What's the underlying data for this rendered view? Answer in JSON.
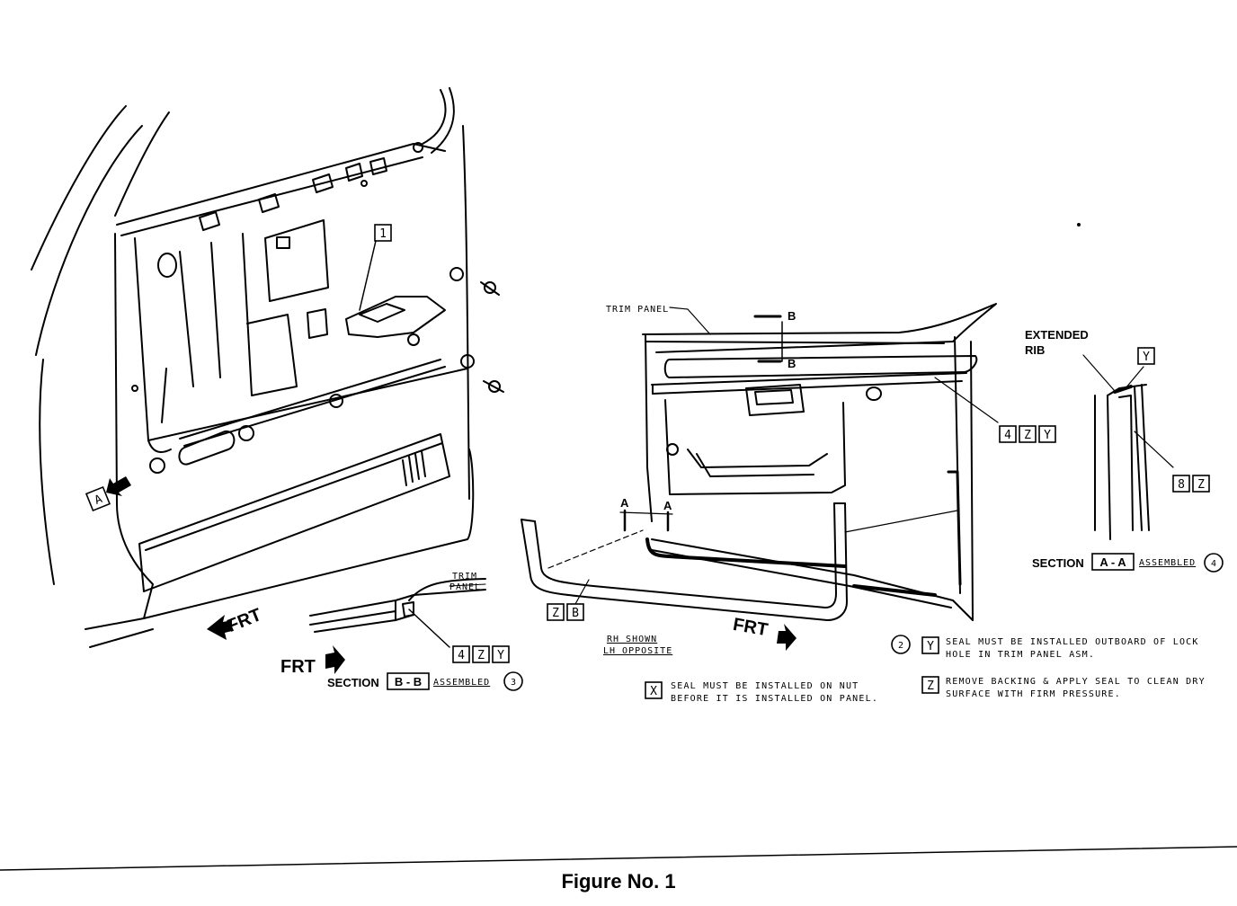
{
  "callouts": {
    "c1": "1",
    "cA": "A",
    "c4": "4",
    "cZ1": "Z",
    "cY1": "Y",
    "c4b": "4",
    "cZ2": "Z",
    "cY2": "Y",
    "c8": "8",
    "cZ3": "Z",
    "cZ4": "Z",
    "cB4": "B",
    "cY3": "Y",
    "cX": "X",
    "cZ5": "Z",
    "cB1": "B",
    "cB2": "B",
    "cAA1": "A",
    "cAA2": "A",
    "y_top": "Y"
  },
  "labels": {
    "frt_left": "FRT",
    "frt_center": "FRT",
    "frt_bottom": "FRT",
    "trim_panel": "TRIM PANEL",
    "trim_panel_small_1": "TRIM",
    "trim_panel_small_2": "PANEL",
    "section_bb": "SECTION",
    "section_bb_id": "B - B",
    "section_bb_assembled": "ASSEMBLED",
    "section_bb_num": "3",
    "section_aa": "SECTION",
    "section_aa_id": "A - A",
    "section_aa_assembled": "ASSEMBLED",
    "section_aa_num": "4",
    "extended_rib_1": "EXTENDED",
    "extended_rib_2": "RIB",
    "rh_shown": "RH SHOWN",
    "lh_opposite": "LH OPPOSITE",
    "arrow_a_left": "A",
    "arrow_a_right": "A",
    "arrow_b_top": "B",
    "arrow_b_bottom": "B"
  },
  "notes": {
    "note_num": "2",
    "note_y_line1": "SEAL MUST BE INSTALLED OUTBOARD OF LOCK",
    "note_y_line2": "HOLE IN TRIM PANEL ASM.",
    "note_z_line1": "REMOVE BACKING & APPLY SEAL TO CLEAN DRY",
    "note_z_line2": "SURFACE WITH FIRM PRESSURE.",
    "note_x_line1": "SEAL MUST BE INSTALLED ON NUT",
    "note_x_line2": "BEFORE IT IS INSTALLED ON PANEL."
  },
  "figure_caption": "Figure No. 1"
}
